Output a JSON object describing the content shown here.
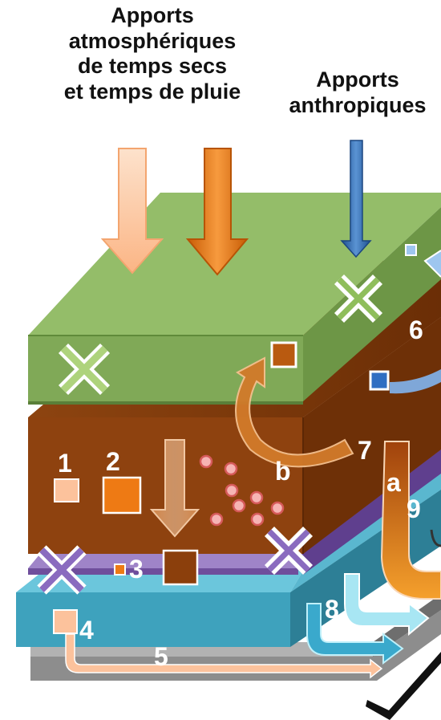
{
  "titles": {
    "atmospheric": [
      "Apports",
      "atmosphériques",
      "de temps secs",
      "et temps de pluie"
    ],
    "anthropogenic": [
      "Apports",
      "anthropiques"
    ]
  },
  "labels": {
    "n1": "1",
    "n2": "2",
    "n3": "3",
    "n4": "4",
    "n5": "5",
    "n6": "6",
    "n7": "7",
    "n8": "8",
    "n9": "9",
    "a": "a",
    "b": "b"
  },
  "colors": {
    "vegetation": "#8cb160",
    "soil": "#8b3f0c",
    "clay_layer": "#7b5aa6",
    "aquifer": "#3ea2bd",
    "bedrock": "#9a9a9a",
    "atm_dry": "#fcc29c",
    "atm_rain": "#ee7a14",
    "anthropogenic": "#2e6db4"
  }
}
